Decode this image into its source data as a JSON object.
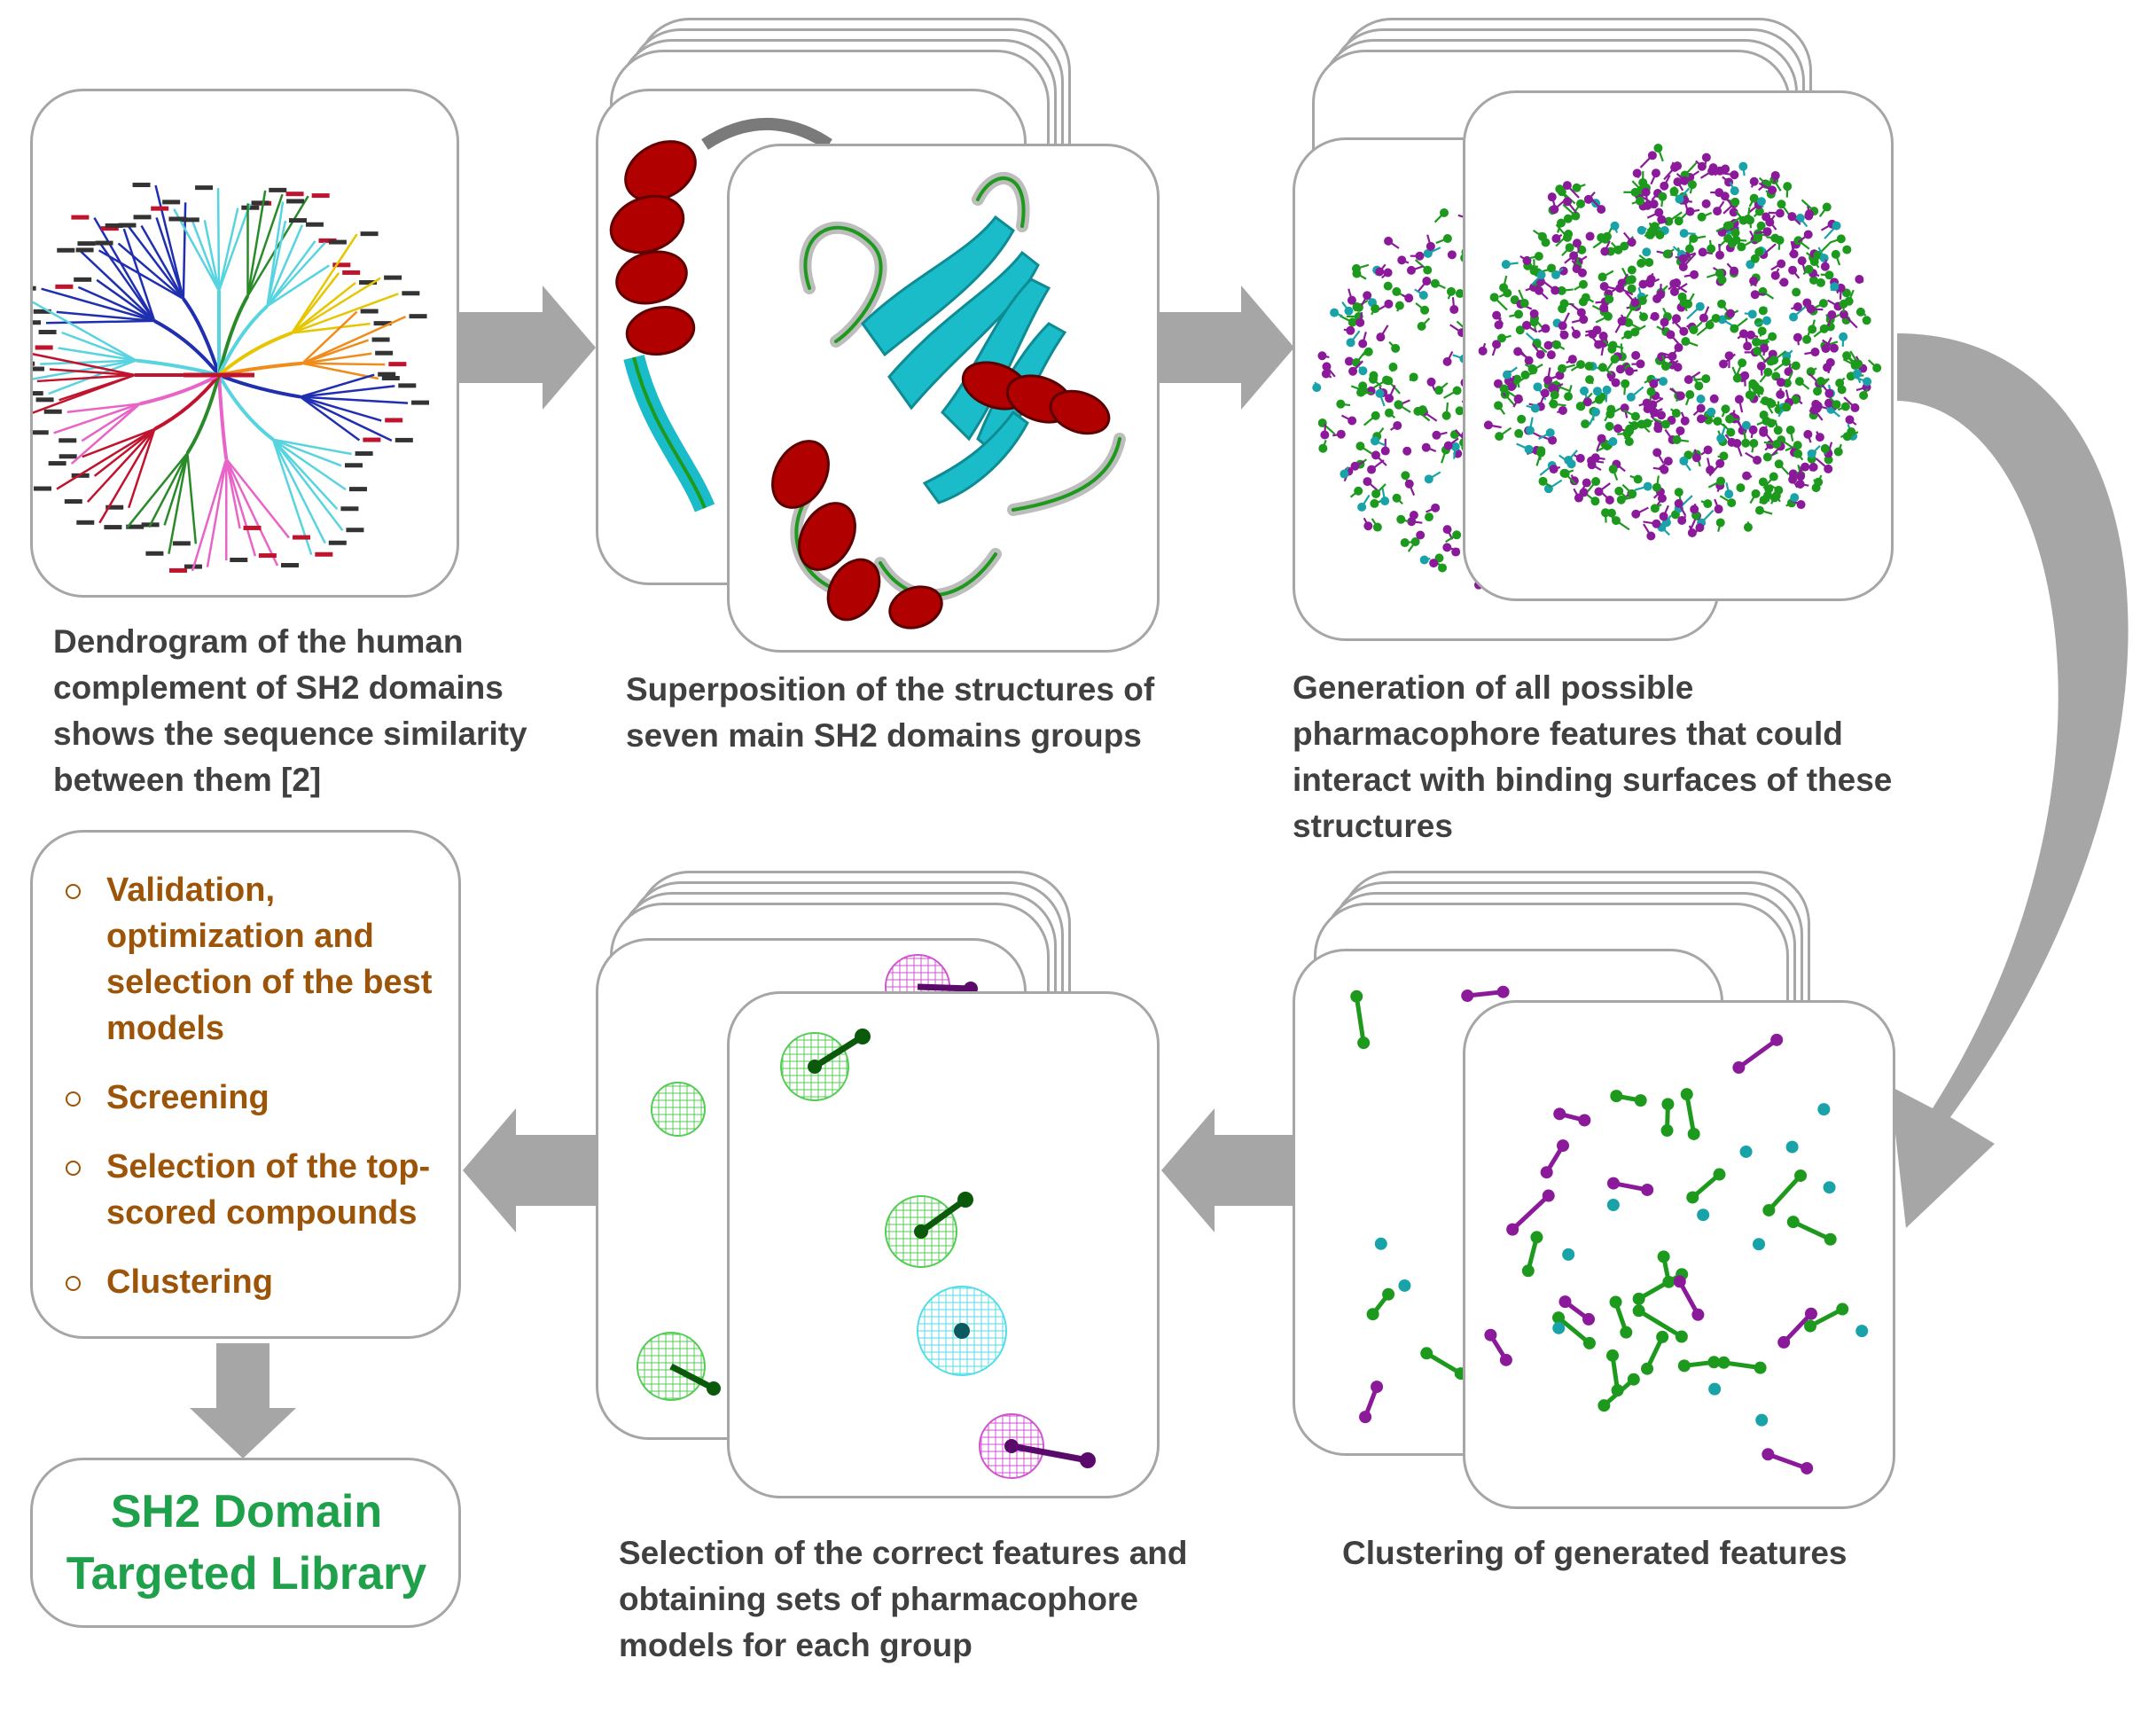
{
  "colors": {
    "card_border": "#a6a6a6",
    "arrow": "#a6a6a6",
    "caption_text": "#404040",
    "steps_text": "#9c5408",
    "library_text": "#1fa04a",
    "helix_red": "#b00000",
    "strand_cyan": "#19bcc8",
    "feature_green": "#1d9a1d",
    "feature_purple": "#8a1a9a",
    "feature_teal": "#19a3a8"
  },
  "panels": {
    "dendrogram": {
      "caption": [
        "Dendrogram of the human",
        "complement of SH2 domains",
        "shows the sequence similarity",
        "between them  [2]"
      ]
    },
    "superposition": {
      "caption": [
        "Superposition of the structures of",
        "seven main SH2 domains groups"
      ]
    },
    "generation": {
      "caption": [
        "Generation of all possible",
        "pharmacophore features that could",
        "interact with binding surfaces of these",
        "structures"
      ]
    },
    "clustering": {
      "caption": [
        "Clustering of generated features"
      ]
    },
    "selection": {
      "caption": [
        "Selection of the correct features and",
        "obtaining sets of pharmacophore",
        "models for each group"
      ]
    }
  },
  "steps": [
    [
      "Validation,",
      "optimization  and",
      "selection of the best",
      "models"
    ],
    [
      "Screening"
    ],
    [
      "Selection of the top-",
      "scored compounds"
    ],
    [
      "Clustering"
    ]
  ],
  "library": {
    "line1": "SH2 Domain",
    "line2": "Targeted Library"
  }
}
